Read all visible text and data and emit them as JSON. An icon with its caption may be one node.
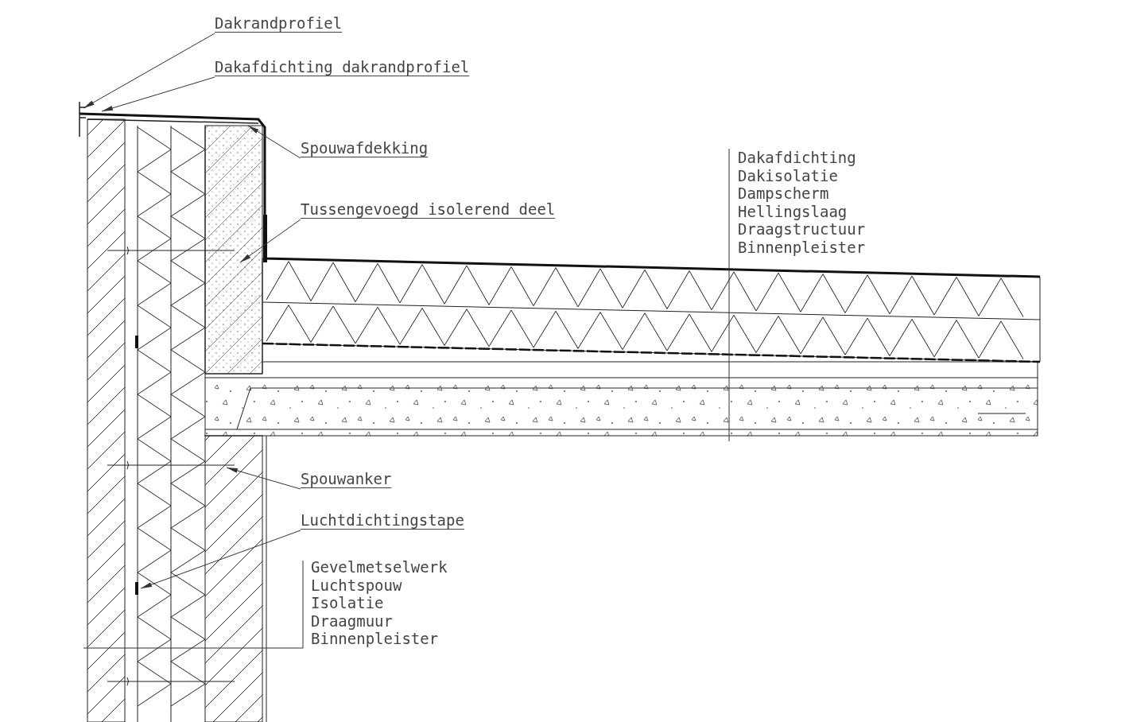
{
  "diagram": {
    "nodes": [
      {
        "text": [
          "Dakrandprofiel"
        ]
      },
      {
        "text": [
          "Dakafdichting dakrandprofiel"
        ]
      },
      {
        "text": [
          "Spouwafdekking"
        ]
      },
      {
        "text": [
          "Tussengevoegd isolerend deel"
        ]
      },
      {
        "text": [
          "Spouwanker"
        ]
      },
      {
        "text": [
          "Luchtdichtingstape"
        ]
      },
      {
        "text": [
          "Dakafdichting",
          "Dakisolatie",
          "Dampscherm",
          "Hellingslaag",
          "Draagstructuur",
          "Binnenpleister"
        ]
      },
      {
        "text": [
          "Gevelmetselwerk",
          "Luchtspouw",
          "Isolatie",
          "Draagmuur",
          "Binnenpleister"
        ]
      }
    ],
    "edges": [
      {
        "from": 0,
        "to": null,
        "arrow": "to"
      },
      {
        "from": 1,
        "to": null,
        "arrow": "to"
      },
      {
        "from": 2,
        "to": null,
        "arrow": "to"
      },
      {
        "from": 3,
        "to": null,
        "arrow": "to"
      },
      {
        "from": 4,
        "to": null,
        "arrow": "to"
      },
      {
        "from": 5,
        "to": null,
        "arrow": "to"
      },
      {
        "from": 6,
        "to": null,
        "arrow": "none"
      },
      {
        "from": 7,
        "to": null,
        "arrow": "none"
      }
    ]
  }
}
